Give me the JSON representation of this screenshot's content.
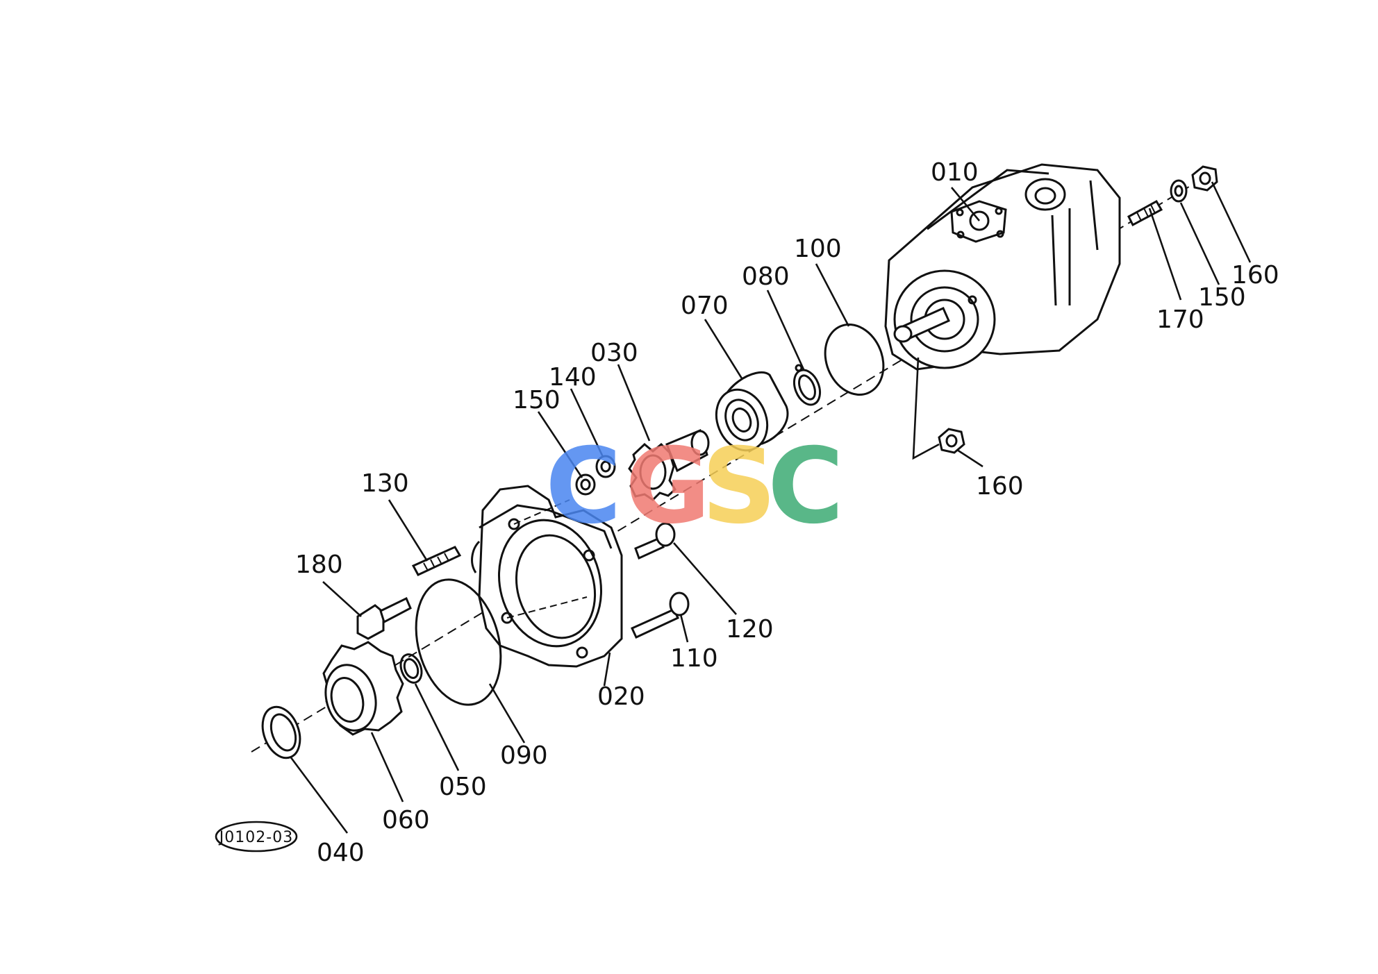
{
  "diagram": {
    "reference_code": "J0102-03",
    "watermark": {
      "letters": [
        "C",
        "G",
        "S",
        "C"
      ],
      "colors": [
        "#4a86f0",
        "#f07a72",
        "#f6cf57",
        "#3dab74"
      ]
    },
    "part_labels": [
      "010",
      "100",
      "080",
      "070",
      "030",
      "140",
      "150",
      "130",
      "180",
      "120",
      "110",
      "020",
      "090",
      "050",
      "060",
      "040",
      "170",
      "150",
      "160",
      "160"
    ]
  }
}
